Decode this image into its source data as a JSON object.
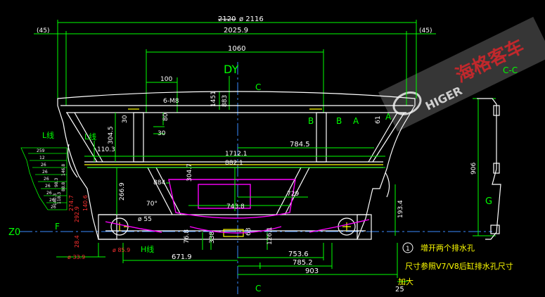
{
  "drawing": {
    "colors": {
      "background": "#000000",
      "outline": "#ffffff",
      "dimension": "#00ff00",
      "dimension_text": "#ffffff",
      "accent_yellow": "#ffff00",
      "magenta": "#ff00ff",
      "red_text": "#ff3030",
      "center_line": "#3a8cff",
      "watermark_gray": "#8a8a8a",
      "watermark_red": "#c0282c"
    },
    "top_dims": {
      "overall_a": "2120",
      "overall_b": "ø 2116",
      "width_a": "2025.9",
      "left_offset": "(45)",
      "right_offset": "(45)",
      "inner": "1060",
      "spacing": "100",
      "thread": "6-M8",
      "h_center": "883",
      "h_left": "1451"
    },
    "labels": {
      "view": "DY",
      "c_top": "C",
      "c_bottom": "C",
      "section": "C-C",
      "b_left": "B",
      "b_right": "B",
      "a_left": "A",
      "a_right": "A",
      "l_line_a": "L线",
      "l_line_b": "L线",
      "h_line": "H线",
      "z0": "Z0",
      "f": "F",
      "g": "G",
      "i": "I"
    },
    "mid_dims": {
      "d80": "80",
      "d30a": "30",
      "d30b": "30",
      "d304_5": "304.5",
      "d110_3": "110.3",
      "d1712": "1712.1",
      "d784_5": "784.5",
      "d882_1": "882.1",
      "d884": "884",
      "d304_7": "304.7",
      "d266_9": "266.9",
      "d70": "70°",
      "d729": "729",
      "d743_8": "743.8",
      "d61": "61",
      "d906": "906",
      "d193_4": "193.4",
      "d55": "ø 55"
    },
    "bottom_dims": {
      "d76_8": "76.8",
      "d126_1": "126.1",
      "d338": "338",
      "d68": "68",
      "d753_6": "753.6",
      "d785_2": "785.2",
      "d903": "903",
      "d671_9": "671.9",
      "d85_9": "ø 85.9",
      "d25": "25",
      "d274_7": "274.7",
      "d292_9": "292.9",
      "d140_6": "140.6",
      "d28_4": "28.4",
      "d33_9": "ø 33.9"
    },
    "left_table": [
      "259",
      "12",
      "26",
      "26",
      "26",
      "26",
      "26",
      "26",
      "26"
    ],
    "left_table_small": [
      "146.8",
      "88.8",
      "98.3",
      "118.3",
      "140.3"
    ],
    "notes": {
      "note1": "增开两个排水孔",
      "note2": "尺寸参照V7/V8后缸排水孔尺寸",
      "note3": "加大",
      "note_num": "1"
    },
    "watermark": {
      "brand_cn": "海格客车",
      "brand_en": "HIGER"
    }
  }
}
